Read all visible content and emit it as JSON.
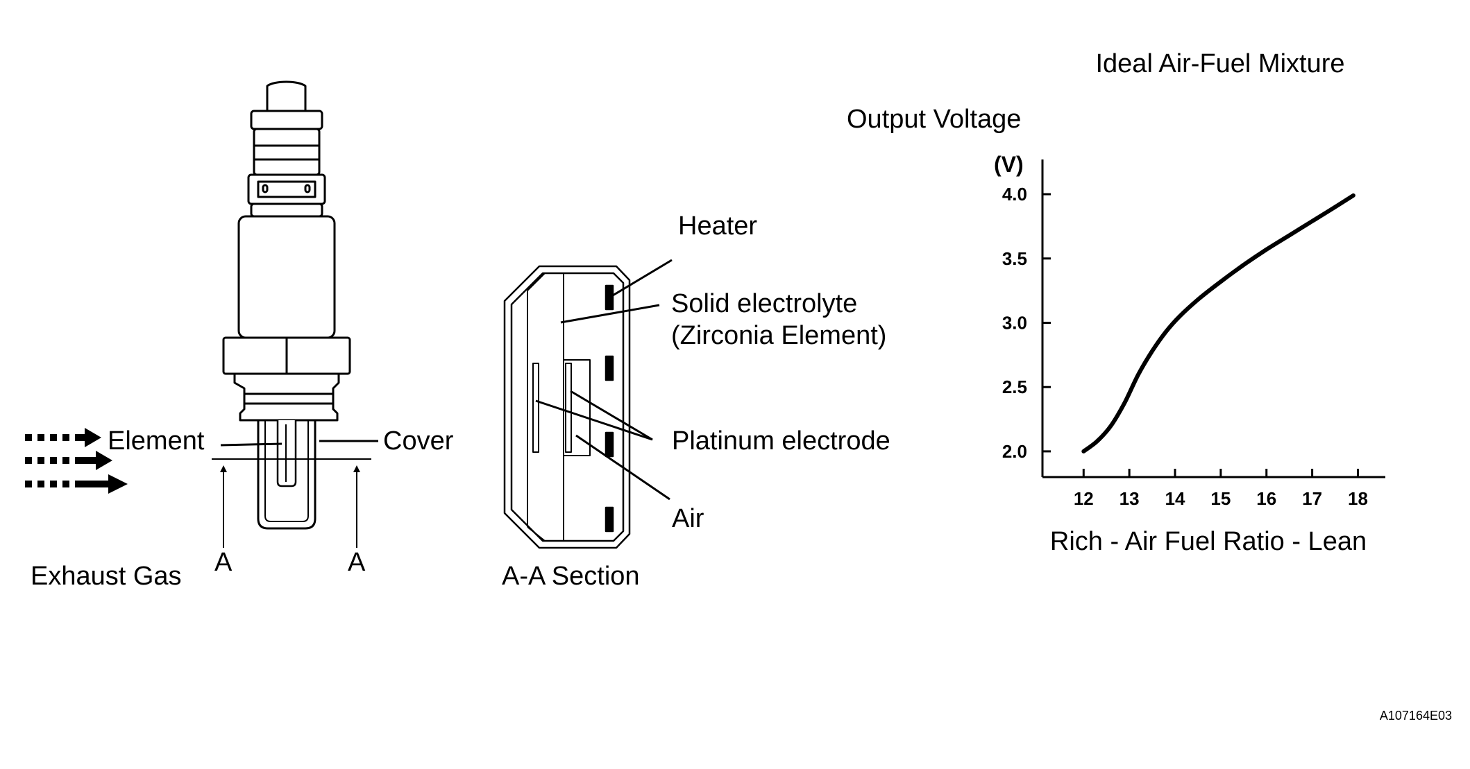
{
  "sensor": {
    "labels": {
      "element": "Element",
      "cover": "Cover",
      "exhaust_gas": "Exhaust Gas",
      "section_left": "A",
      "section_right": "A"
    }
  },
  "section_view": {
    "title": "A-A Section",
    "labels": {
      "heater": "Heater",
      "solid_electrolyte_1": "Solid electrolyte",
      "solid_electrolyte_2": "(Zirconia Element)",
      "platinum_electrode": "Platinum electrode",
      "air": "Air"
    }
  },
  "chart_data": {
    "type": "line",
    "title": "Ideal Air-Fuel Mixture",
    "ylabel": "Output Voltage",
    "yunit": "(V)",
    "xlabel": "Rich - Air Fuel Ratio - Lean",
    "xlim": [
      11.1,
      18.6
    ],
    "ylim": [
      1.8,
      4.27
    ],
    "xticks": [
      12,
      13,
      14,
      15,
      16,
      17,
      18
    ],
    "xtick_labels": [
      "12",
      "13",
      "14",
      "15",
      "16",
      "17",
      "18"
    ],
    "yticks": [
      2.0,
      2.5,
      3.0,
      3.5,
      4.0
    ],
    "ytick_labels": [
      "2.0",
      "2.5",
      "3.0",
      "3.5",
      "4.0"
    ],
    "grid": false,
    "series": [
      {
        "x": [
          12.0,
          12.3,
          12.6,
          12.9,
          13.2,
          13.5,
          13.8,
          14.1,
          14.5,
          15.0,
          15.5,
          16.0,
          16.5,
          17.0,
          17.5,
          17.9
        ],
        "values": [
          2.0,
          2.08,
          2.2,
          2.38,
          2.6,
          2.78,
          2.93,
          3.05,
          3.18,
          3.32,
          3.45,
          3.57,
          3.68,
          3.79,
          3.9,
          3.99
        ]
      }
    ]
  },
  "figure_code": "A107164E03"
}
